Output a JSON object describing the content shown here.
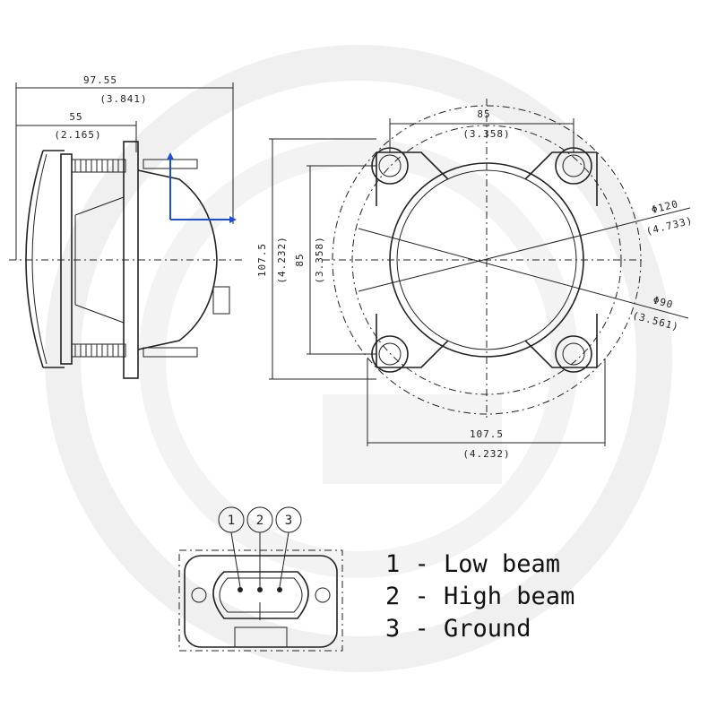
{
  "side_view": {
    "overall_depth_mm": "97.55",
    "overall_depth_in": "(3.841)",
    "flange_depth_mm": "55",
    "flange_depth_in": "(2.165)"
  },
  "front_view": {
    "hole_spacing_top_mm": "85",
    "hole_spacing_top_in": "(3.358)",
    "height_mm": "107.5",
    "height_in": "(4.232)",
    "hole_spacing_vertical_mm": "85",
    "hole_spacing_vertical_in": "(3.358)",
    "outer_diameter": "Φ120",
    "outer_diameter_in": "(4.733)",
    "inner_diameter": "Φ90",
    "inner_diameter_in": "(3.561)",
    "width_mm": "107.5",
    "width_in": "(4.232)"
  },
  "connector": {
    "pins": [
      "1",
      "2",
      "3"
    ]
  },
  "legend": [
    "1 - Low beam",
    "2 - High beam",
    "3 - Ground"
  ],
  "colors": {
    "lines": "#222222",
    "axis_arrows": "#1a4fd6",
    "watermark": "#eeeeee"
  }
}
